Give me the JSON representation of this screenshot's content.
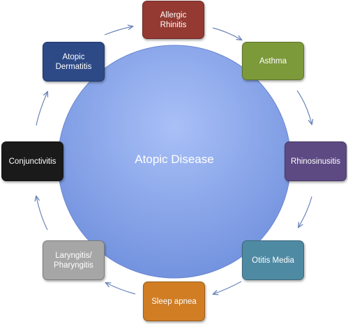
{
  "center": {
    "label": "Atopic Disease",
    "color": "#8aa6ee"
  },
  "nodes": [
    {
      "id": "allergic-rhinitis",
      "label": "Allergic\nRhinitis",
      "color": "#943a32"
    },
    {
      "id": "asthma",
      "label": "Asthma",
      "color": "#7d9a3a"
    },
    {
      "id": "rhinosinusitis",
      "label": "Rhinosinusitis",
      "color": "#5d4a83"
    },
    {
      "id": "otitis-media",
      "label": "Otitis Media",
      "color": "#4f8aa3"
    },
    {
      "id": "sleep-apnea",
      "label": "Sleep apnea",
      "color": "#d07d24"
    },
    {
      "id": "laryngitis-pharyngitis",
      "label": "Laryngitis/\nPharyngitis",
      "color": "#a6a6a6"
    },
    {
      "id": "conjunctivitis",
      "label": "Conjunctivitis",
      "color": "#1a1a1a"
    },
    {
      "id": "atopic-dermatitis",
      "label": "Atopic\nDermatitis",
      "color": "#2d4a87"
    }
  ],
  "arrow_color": "#6b86b8"
}
